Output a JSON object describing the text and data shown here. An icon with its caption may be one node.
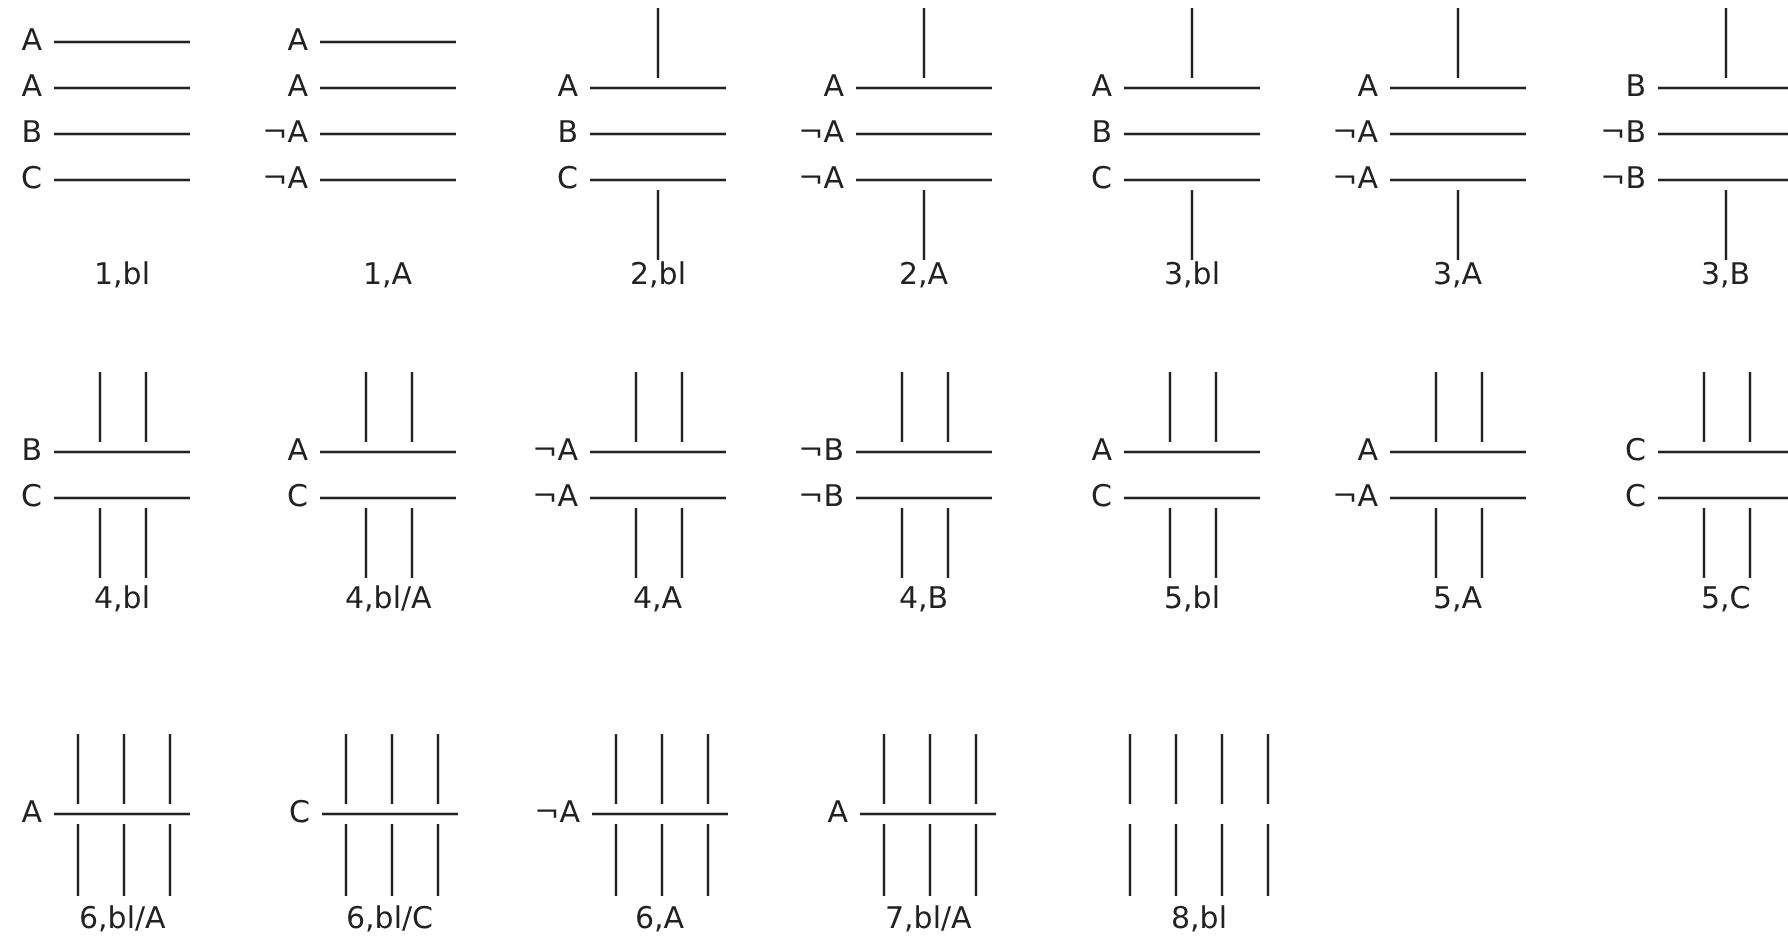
{
  "diagram": {
    "labels": [
      "A",
      "A",
      "B",
      "C",
      "1,bl",
      "A",
      "A",
      "¬A",
      "¬A",
      "1,A",
      "A",
      "B",
      "C",
      "2,bl",
      "A",
      "¬A",
      "¬A",
      "2,A",
      "A",
      "B",
      "C",
      "3,bl",
      "A",
      "¬A",
      "¬A",
      "3,A",
      "B",
      "¬B",
      "¬B",
      "3,B",
      "B",
      "C",
      "4,bl",
      "A",
      "C",
      "4,bl/A",
      "¬A",
      "¬A",
      "4,A",
      "¬B",
      "¬B",
      "4,B",
      "A",
      "C",
      "5,bl",
      "A",
      "¬A",
      "5,A",
      "C",
      "C",
      "5,C",
      "A",
      "6,bl/A",
      "C",
      "6,bl/C",
      "¬A",
      "6,A",
      "A",
      "7,bl/A",
      "8,bl"
    ]
  }
}
